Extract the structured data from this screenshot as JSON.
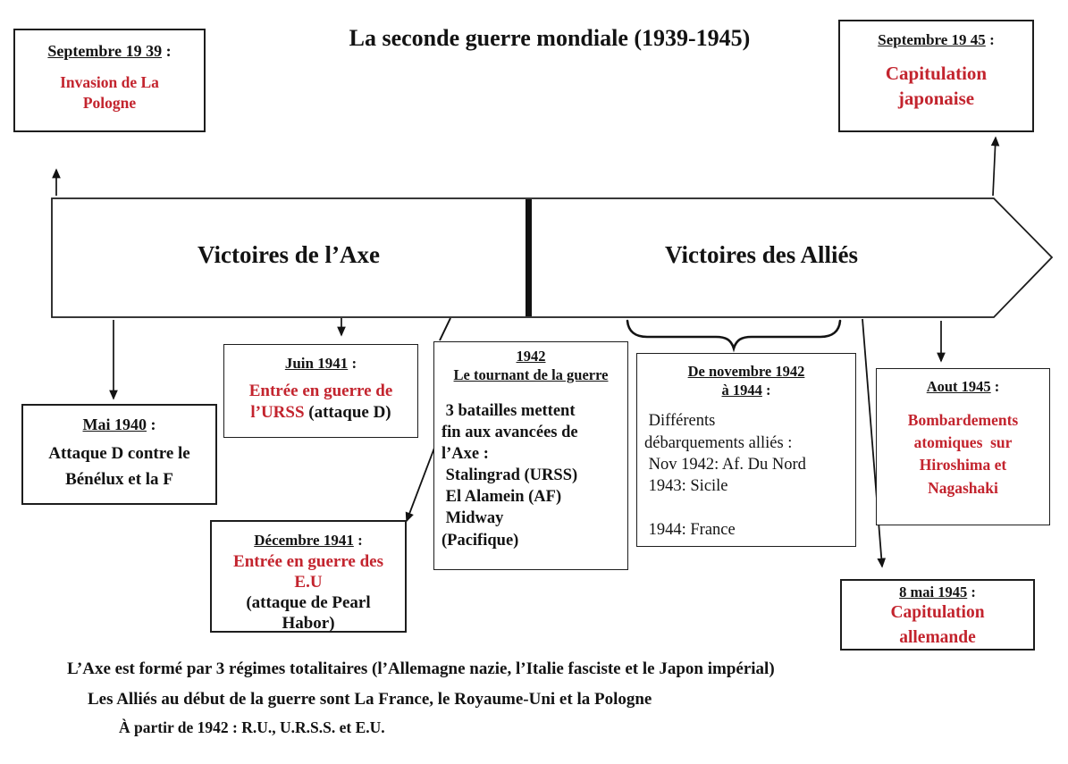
{
  "title": "La seconde guerre mondiale (1939-1945)",
  "colors": {
    "accent_red": "#c3242e",
    "ink_black": "#131313"
  },
  "banner": {
    "left_label": "Victoires de l’Axe",
    "right_label": "Victoires des Alliés"
  },
  "boxes": {
    "sept1939": {
      "header": "Septembre 19 39",
      "suffix": " :",
      "body": "Invasion de La\nPologne"
    },
    "sept1945": {
      "header": "Septembre 19 45",
      "suffix": " :",
      "body": "Capitulation\njaponaise"
    },
    "mai1940": {
      "header": "Mai 1940",
      "suffix": " :",
      "body": "Attaque D contre le\nBénélux et la F"
    },
    "juin1941": {
      "header": "Juin 1941",
      "suffix": " :",
      "body_red": "Entrée en guerre de l’URSS",
      "body_black": " (attaque D)"
    },
    "dec1941": {
      "header": "Décembre 1941",
      "suffix": " :",
      "body_red": "Entrée en guerre des\nE.U",
      "body_black": "(attaque de Pearl\nHabor)"
    },
    "tournant": {
      "header_line1": "1942",
      "header_line2": "Le tournant de la guerre",
      "body": " 3 batailles mettent\nfin aux avancées de\nl’Axe :\n Stalingrad (URSS)\n El Alamein (AF)\n Midway\n(Pacifique)"
    },
    "debarquements": {
      "header_line1": "De novembre 1942",
      "header_line2": "à 1944",
      "suffix": " :",
      "body": " Différents\ndébarquements alliés :\n Nov 1942: Af. Du Nord\n 1943: Sicile\n\n 1944: France"
    },
    "aout1945": {
      "header": "Aout 1945",
      "suffix": " :",
      "body": "Bombardements\natomiques  sur\nHiroshima et\nNagashaki"
    },
    "mai1945": {
      "header": "8 mai 1945",
      "suffix": "  :",
      "body": "Capitulation\nallemande"
    }
  },
  "footer": {
    "line1": "L’Axe est formé par 3 régimes totalitaires (l’Allemagne nazie, l’Italie fasciste et le Japon impérial)",
    "line2": "Les Alliés au début de la guerre sont La France, le Royaume-Uni et la Pologne",
    "line3": "À partir de 1942 : R.U., U.R.S.S. et E.U."
  }
}
